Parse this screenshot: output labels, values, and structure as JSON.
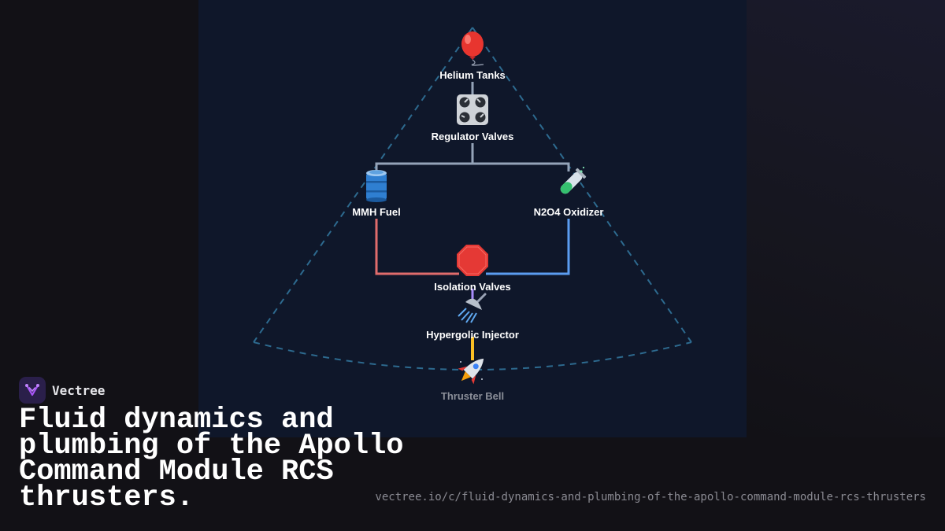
{
  "diagram": {
    "nodes": [
      {
        "id": "helium",
        "label": "Helium Tanks",
        "icon": "balloon-icon"
      },
      {
        "id": "regulator",
        "label": "Regulator Valves",
        "icon": "control-knobs-icon"
      },
      {
        "id": "fuel",
        "label": "MMH Fuel",
        "icon": "oil-drum-icon"
      },
      {
        "id": "oxidizer",
        "label": "N2O4 Oxidizer",
        "icon": "test-tube-icon"
      },
      {
        "id": "isolation",
        "label": "Isolation Valves",
        "icon": "stop-sign-icon"
      },
      {
        "id": "injector",
        "label": "Hypergolic Injector",
        "icon": "shower-head-icon"
      },
      {
        "id": "thruster",
        "label": "Thruster Bell",
        "icon": "rocket-icon"
      }
    ],
    "colors": {
      "line": "#94a3b8",
      "fuel_line": "#e06c6c",
      "oxidizer_line": "#5b9cf0",
      "injector_link": "#a78bfa",
      "thrust_link": "#fbbf24",
      "cone": "#2d6a8f"
    }
  },
  "brand": {
    "name": "Vectree",
    "logo_icon": "vectree-logo-icon"
  },
  "headline": "Fluid dynamics and plumbing of the Apollo Command Module RCS thrusters.",
  "url": "vectree.io/c/fluid-dynamics-and-plumbing-of-the-apollo-command-module-rcs-thrusters"
}
